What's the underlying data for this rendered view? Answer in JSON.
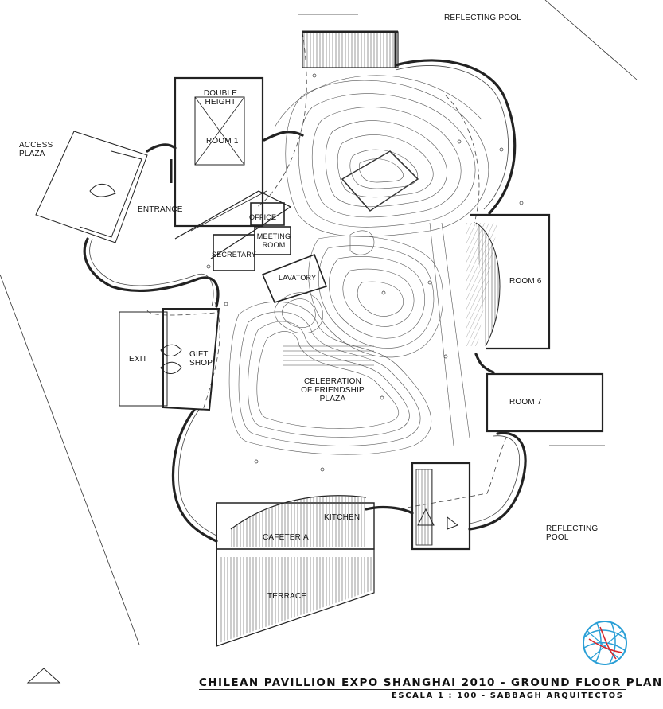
{
  "labels": {
    "reflecting_pool_top": "REFLECTING POOL",
    "access_plaza": "ACCESS\nPLAZA",
    "double_height": "DOUBLE\nHEIGHT",
    "room1": "ROOM 1",
    "entrance": "ENTRANCE",
    "office": "OFFICE",
    "meeting_room": "MEETING\nROOM",
    "secretary": "SECRETARY",
    "lavatory": "LAVATORY",
    "room6": "ROOM 6",
    "exit": "EXIT",
    "gift_shop": "GIFT\nSHOP",
    "celebration_plaza": "CELEBRATION\nOF FRIENDSHIP\nPLAZA",
    "room7": "ROOM 7",
    "reflecting_pool_right": "REFLECTING\nPOOL",
    "kitchen": "KITCHEN",
    "cafeteria": "CAFETERIA",
    "terrace": "TERRACE"
  },
  "title": "CHILEAN PAVILLION EXPO SHANGHAI 2010 - GROUND FLOOR PLAN",
  "subtitle": "ESCALA 1 : 100 - SABBAGH ARQUITECTOS",
  "colors": {
    "line": "#222222",
    "logo_blue": "#2a9fd6",
    "logo_red": "#d6282d"
  },
  "icons": {
    "logo": "globe-mesh-logo",
    "north_marker": "triangle-marker-icon"
  }
}
